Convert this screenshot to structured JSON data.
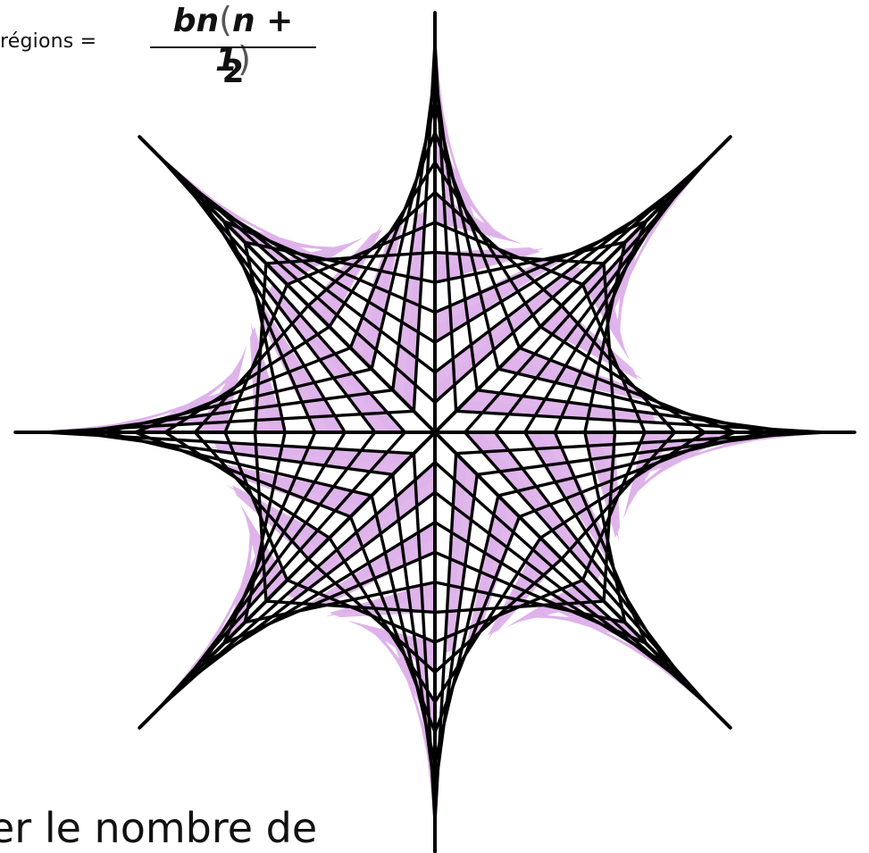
{
  "formula": {
    "label": "régions =",
    "numerator_b": "b",
    "numerator_n": "n",
    "numerator_rest": "n + 1",
    "denominator": "2"
  },
  "star": {
    "points": 8,
    "fill_color": "#deb2ea",
    "alt_fill_color": "#ffffff",
    "stroke_color": "#000000"
  },
  "caption": "er le nombre de"
}
